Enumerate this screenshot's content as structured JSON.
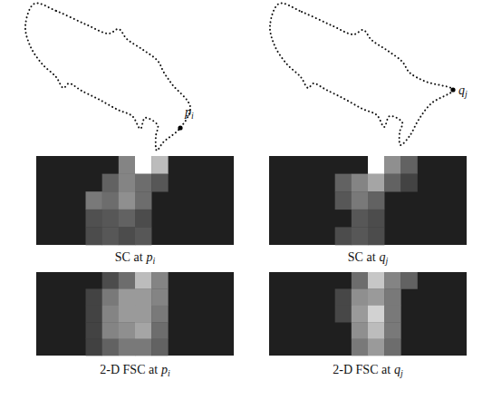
{
  "diagram": {
    "labels": [
      "p",
      "i",
      "q",
      "j",
      "SC at",
      "p",
      "i",
      "SC at",
      "q",
      "j",
      "2-D FSC at",
      "p",
      "i",
      "2-D FSC at",
      "q",
      "j"
    ]
  }
}
